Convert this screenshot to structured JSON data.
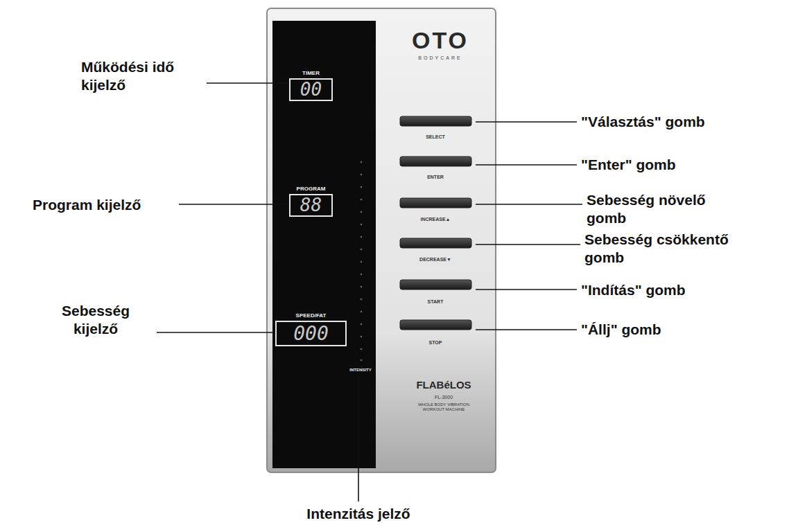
{
  "diagram": {
    "nodes": [
      {
        "text": [
          "TIMER",
          "00"
        ]
      },
      {
        "text": [
          "PROGRAM",
          "88"
        ]
      },
      {
        "text": [
          "SPEED/FAT",
          "000"
        ]
      }
    ],
    "labels": [
      "Működési idő kijelző",
      "Program kijelző",
      "Sebesség kijelző",
      "\"Választás\" gomb",
      "\"Enter\" gomb",
      "Sebesség növelő gomb",
      "Sebesség csökkentő gomb",
      "\"Indítás\" gomb",
      "\"Állj\" gomb",
      "Intenzitás jelző",
      "OTO",
      "BODYCARE",
      "SELECT",
      "ENTER",
      "INCREASE▲",
      "DECREASE▼",
      "START",
      "STOP",
      "INTENSITY",
      "FLABéLOS",
      "FL-3000",
      "WHOLE BODY VIBRATION WORKOUT MACHINE"
    ]
  }
}
